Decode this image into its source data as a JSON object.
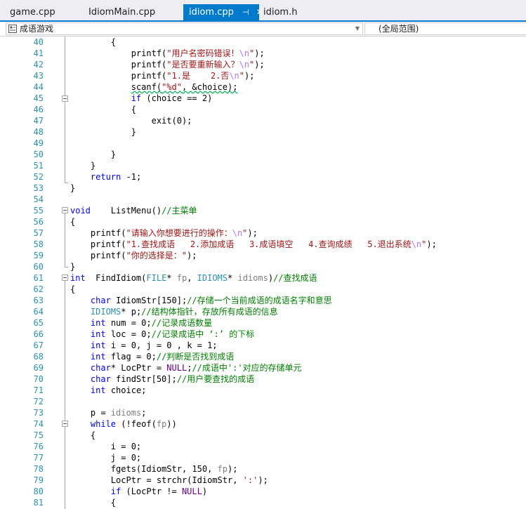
{
  "tabs": [
    {
      "label": "game.cpp",
      "active": false
    },
    {
      "label": "IdiomMain.cpp",
      "active": false
    },
    {
      "label": "idiom.cpp",
      "active": true,
      "pin_icon": "pin-icon",
      "close_icon": "close-icon"
    },
    {
      "label": "idiom.h",
      "active": false
    }
  ],
  "navigation": {
    "project_combo": "成语游戏",
    "scope_combo": "(全局范围)"
  },
  "colors": {
    "accent": "#007acc",
    "line_number": "#2b91af",
    "keyword": "#0000ff",
    "comment": "#008000",
    "string": "#a31515",
    "type": "#2b91af"
  },
  "editor": {
    "line_numbers": [
      "40",
      "41",
      "42",
      "43",
      "44",
      "45",
      "46",
      "47",
      "48",
      "49",
      "50",
      "51",
      "52",
      "53",
      "54",
      "55",
      "56",
      "57",
      "58",
      "59",
      "60",
      "61",
      "62",
      "63",
      "64",
      "65",
      "66",
      "67",
      "68",
      "69",
      "70",
      "71",
      "72",
      "73",
      "74",
      "75",
      "76",
      "77",
      "78",
      "79",
      "80",
      "81"
    ]
  }
}
